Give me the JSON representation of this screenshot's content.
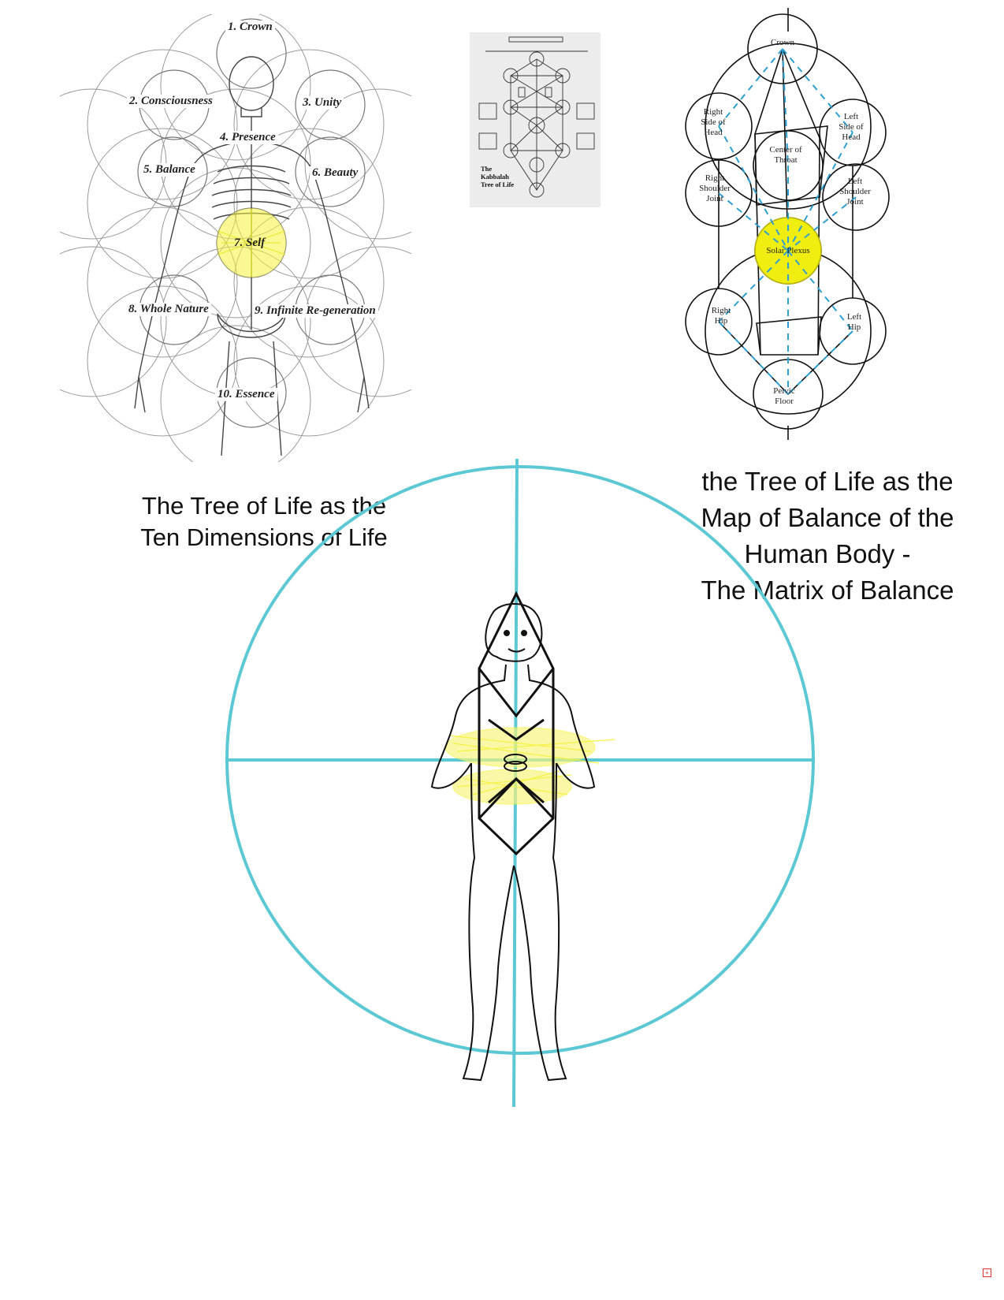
{
  "left_diagram": {
    "labels": {
      "crown": "1. Crown",
      "consciousness": "2. Consciousness",
      "unity": "3. Unity",
      "presence": "4. Presence",
      "balance": "5. Balance",
      "beauty": "6. Beauty",
      "self": "7. Self",
      "whole_nature": "8. Whole Nature",
      "infinite": "9. Infinite Re-generation",
      "essence": "10. Essence"
    },
    "caption": [
      "The Tree of Life as the",
      "Ten Dimensions of Life"
    ],
    "highlight_color": "#f5f23a"
  },
  "center_photo": {
    "label": [
      "The",
      "Kabbalah",
      "Tree of Life"
    ]
  },
  "right_diagram": {
    "nodes": {
      "crown": [
        "Crown"
      ],
      "right_head": [
        "Right",
        "Side of",
        "Head"
      ],
      "left_head": [
        "Left",
        "Side of",
        "Head"
      ],
      "throat": [
        "Center of",
        "Throat"
      ],
      "right_shoulder": [
        "Right",
        "Shoulder",
        "Joint"
      ],
      "left_shoulder": [
        "Left",
        "Shoulder",
        "Joint"
      ],
      "solar": [
        "Solar Plexus"
      ],
      "right_hip": [
        "Right",
        "Hip"
      ],
      "left_hip": [
        "Left",
        "Hip"
      ],
      "pelvic": [
        "Pelvic",
        "Floor"
      ]
    },
    "caption": [
      "the Tree of Life as the",
      "Map of Balance of the",
      "Human Body -",
      "The Matrix of Balance"
    ],
    "highlight_color": "#f0ee10",
    "accent_color": "#2e9fd0"
  },
  "bottom_diagram": {
    "circle_color": "#5cc8d4",
    "glow_color": "#f5f23a"
  }
}
